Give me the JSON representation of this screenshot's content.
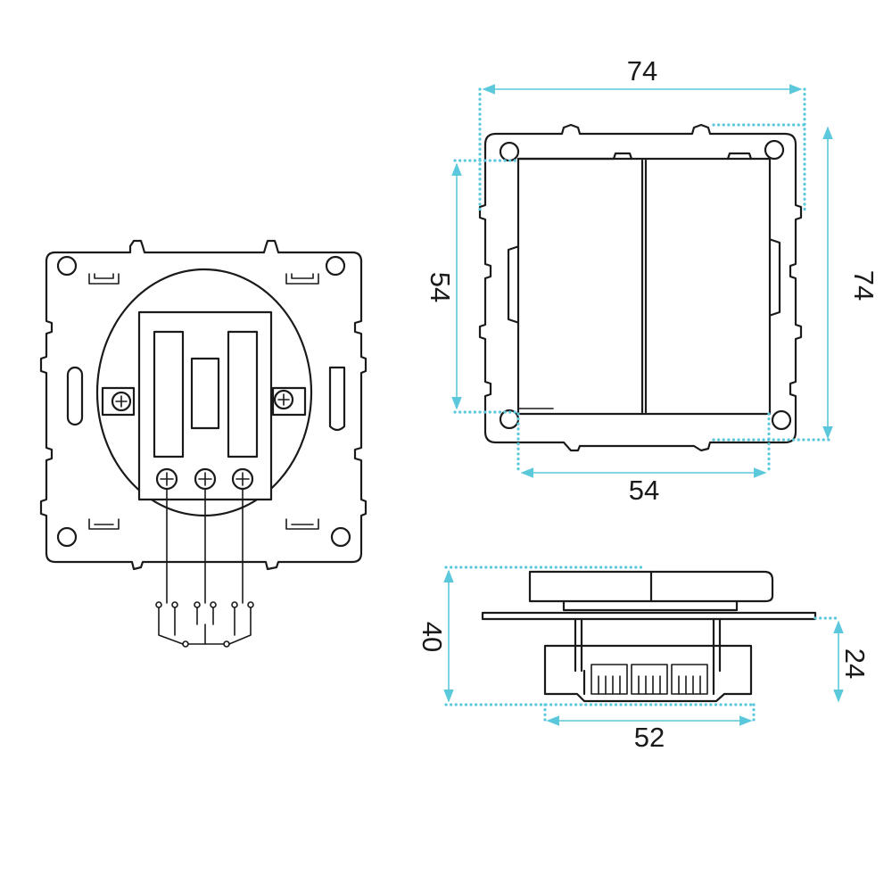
{
  "title": "",
  "colors": {
    "line": "#1a1a1a",
    "dimension": "#5bc8dc",
    "background": "#ffffff"
  },
  "dimensions": {
    "front_outer_width": "74",
    "front_outer_height": "74",
    "front_inner_width": "54",
    "front_inner_height": "54",
    "side_depth_total": "40",
    "side_depth_mount": "24",
    "side_base_width": "52"
  },
  "icons": {
    "screw": "screw-icon",
    "terminal": "terminal-screw-icon"
  }
}
